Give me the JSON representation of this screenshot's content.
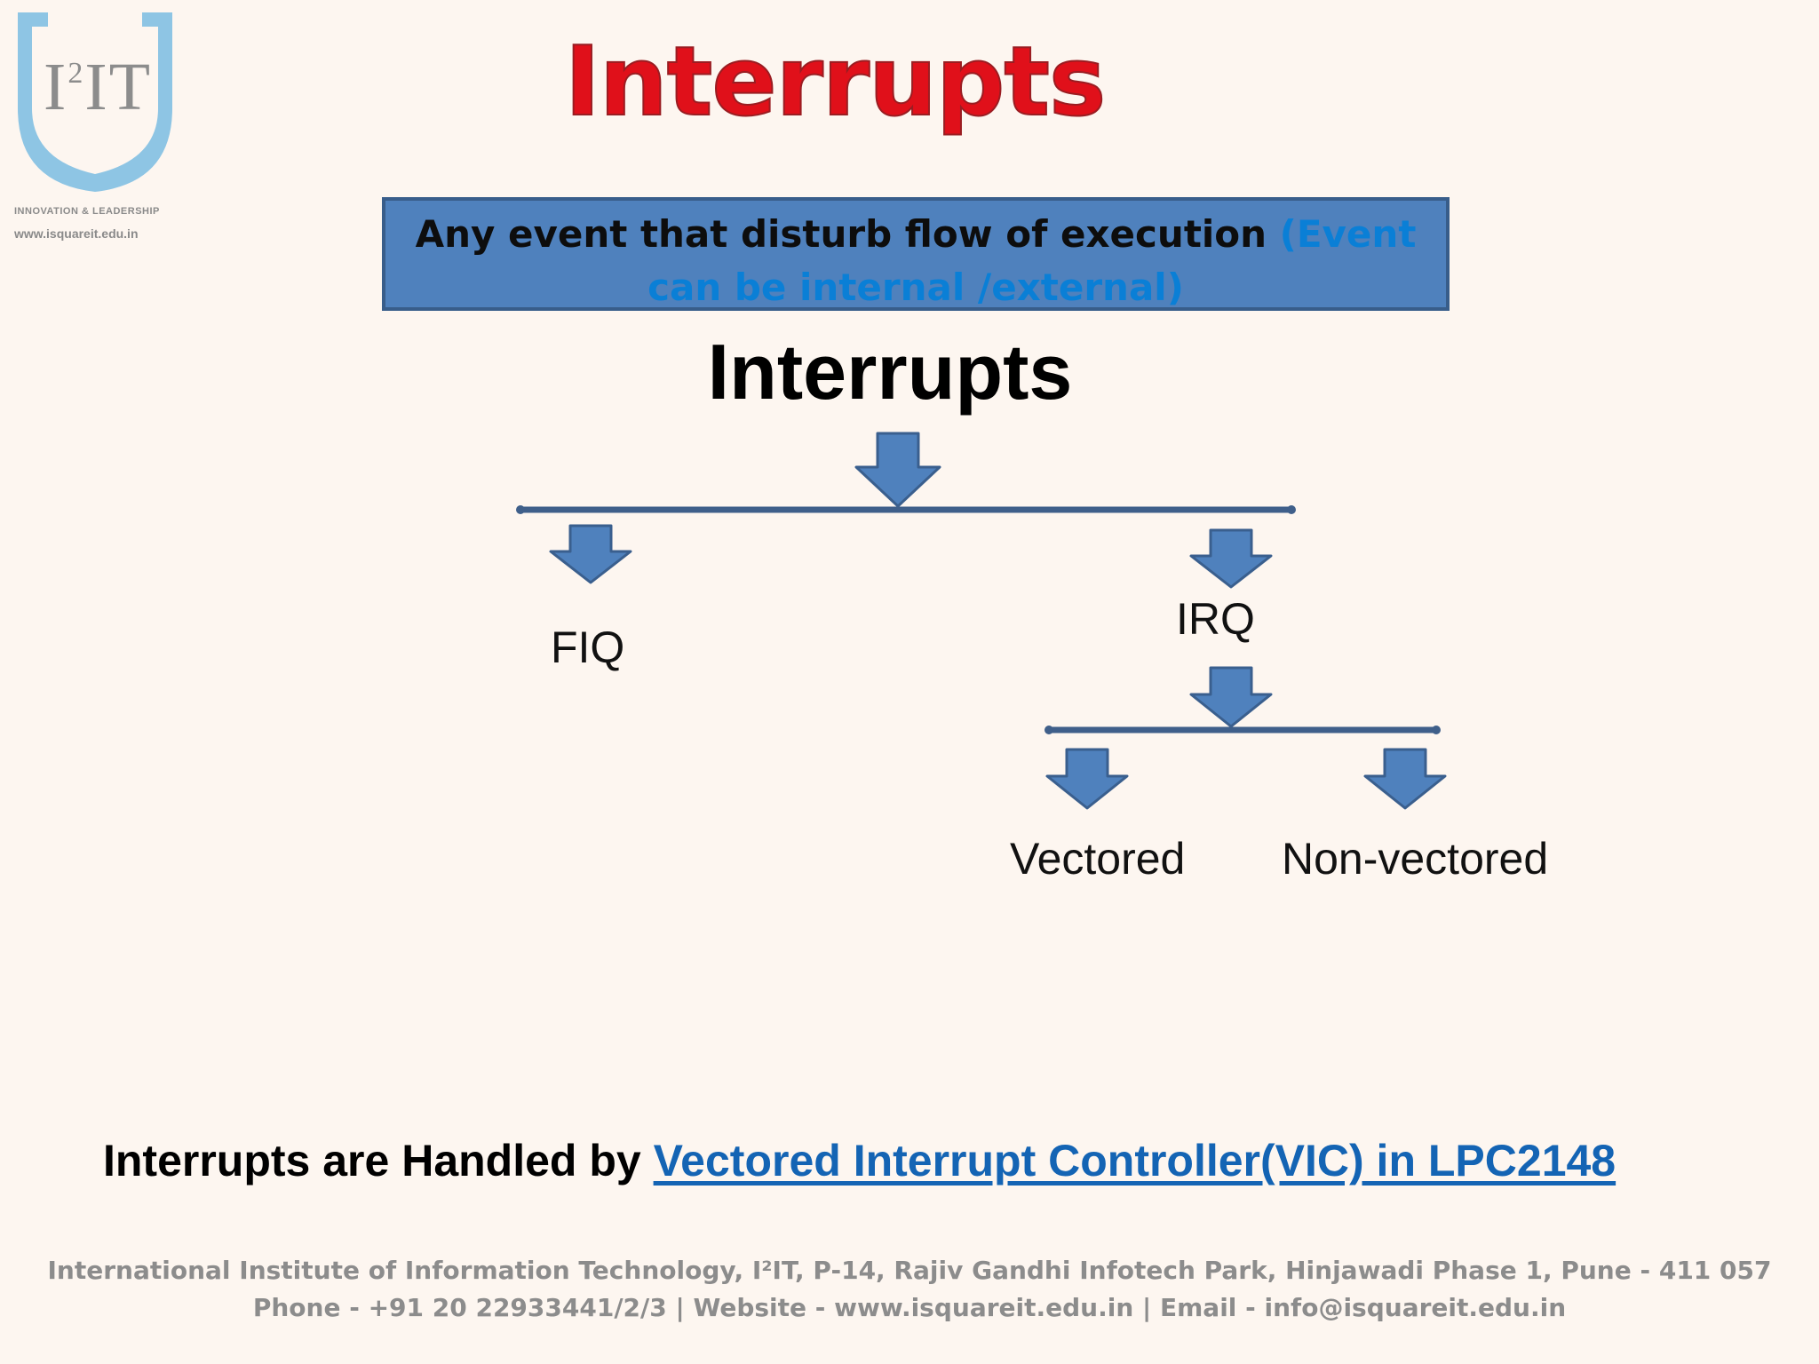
{
  "logo": {
    "mark": "I²IT",
    "mark_main": "I",
    "mark_sup": "2",
    "mark_end": "IT",
    "tagline": "INNOVATION & LEADERSHIP",
    "url": "www.isquareit.edu.in",
    "colors": {
      "shield": "#8ec5e4",
      "text": "#8c8c8c"
    }
  },
  "title": "Interrupts",
  "definition": {
    "main": "Any event that disturb flow of execution",
    "note": "(Event can be internal /external)"
  },
  "diagram": {
    "root": "Interrupts",
    "children": [
      {
        "label": "FIQ"
      },
      {
        "label": "IRQ",
        "children": [
          {
            "label": "Vectored"
          },
          {
            "label": "Non-vectored"
          }
        ]
      }
    ],
    "colors": {
      "arrow_fill": "#4f81bd",
      "arrow_stroke": "#3a5f8e",
      "line": "#3f5f8a"
    }
  },
  "statement": {
    "prefix": "Interrupts are Handled by ",
    "link": "Vectored Interrupt Controller(VIC) in LPC2148"
  },
  "footer": {
    "line1": "International Institute of Information Technology, I²IT, P-14, Rajiv Gandhi Infotech Park, Hinjawadi Phase 1, Pune - 411 057",
    "line2": "Phone - +91 20 22933441/2/3 | Website - www.isquareit.edu.in | Email - info@isquareit.edu.in"
  },
  "colors": {
    "background": "#fdf6f0",
    "title": "#e0101a",
    "box": "#4f81bd",
    "note": "#0a7fd6",
    "link": "#1464b4"
  }
}
